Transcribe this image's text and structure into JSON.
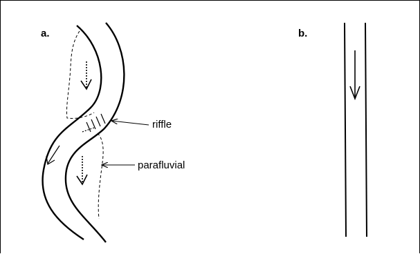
{
  "panels": {
    "a": {
      "label": "a."
    },
    "b": {
      "label": "b."
    }
  },
  "annotations": {
    "riffle": "riffle",
    "parafluvial": "parafluvial"
  }
}
